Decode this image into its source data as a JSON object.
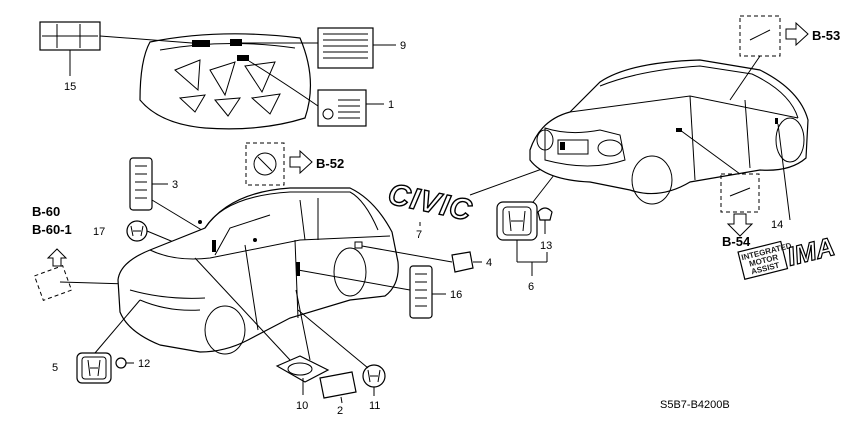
{
  "diagram": {
    "callouts": [
      "1",
      "2",
      "3",
      "4",
      "5",
      "6",
      "7",
      "9",
      "10",
      "11",
      "12",
      "13",
      "14",
      "15",
      "16",
      "17"
    ],
    "refs": {
      "b52": "B-52",
      "b53": "B-53",
      "b54": "B-54",
      "b60": "B-60",
      "b60_1": "B-60-1"
    },
    "emblem_civic": "CIVIC",
    "badge_ima": "IMA",
    "badge_ima_text": [
      "INTEGRATED",
      "MOTOR",
      "ASSIST"
    ],
    "diagram_code": "S5B7-B4200B"
  }
}
